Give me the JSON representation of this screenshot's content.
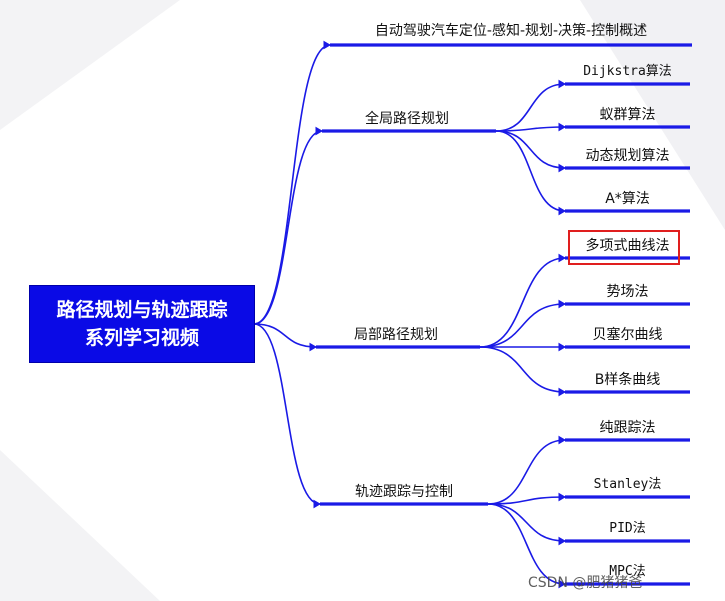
{
  "root": {
    "line1": "路径规划与轨迹跟踪",
    "line2": "系列学习视频"
  },
  "branches": [
    {
      "label": "自动驾驶汽车定位-感知-规划-决策-控制概述",
      "children": []
    },
    {
      "label": "全局路径规划",
      "children": [
        "Dijkstra算法",
        "蚁群算法",
        "动态规划算法",
        "A*算法"
      ]
    },
    {
      "label": "局部路径规划",
      "children": [
        "多项式曲线法",
        "势场法",
        "贝塞尔曲线",
        "B样条曲线"
      ]
    },
    {
      "label": "轨迹跟踪与控制",
      "children": [
        "纯跟踪法",
        "Stanley法",
        "PID法",
        "MPC法"
      ]
    }
  ],
  "highlighted_item": "多项式曲线法",
  "watermark": "CSDN @肥猪猪爸",
  "colors": {
    "branch": "#1a1ae6",
    "root_fill": "#0a0ae6",
    "highlight_border": "#e01e1e"
  }
}
